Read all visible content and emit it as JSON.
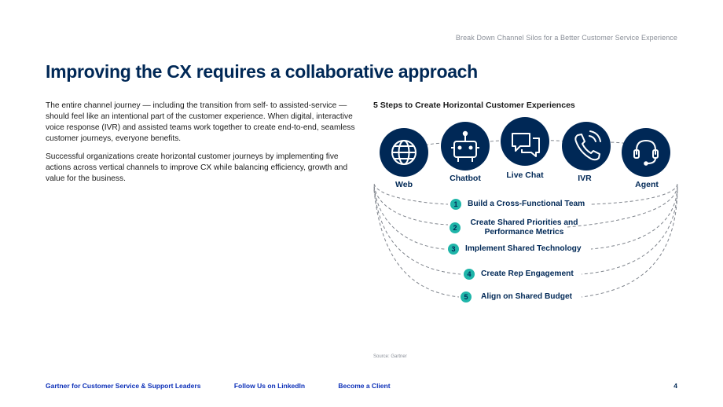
{
  "header": {
    "title": "Break Down Channel Silos for a Better Customer Service Experience"
  },
  "page_title": "Improving the CX requires a collaborative approach",
  "body": {
    "paragraph_1": "The entire channel journey — including the transition from self- to assisted-service — should feel like an intentional part of the customer experience. When digital, interactive voice response (IVR) and assisted teams work together to create end-to-end, seamless customer journeys, everyone benefits.",
    "paragraph_2": "Successful organizations create horizontal customer journeys by implementing five actions across vertical channels to improve CX while balancing efficiency, growth and value for the business."
  },
  "diagram": {
    "title": "5 Steps to Create Horizontal Customer Experiences",
    "channels": [
      {
        "label": "Web",
        "icon": "globe-icon"
      },
      {
        "label": "Chatbot",
        "icon": "robot-icon"
      },
      {
        "label": "Live Chat",
        "icon": "chat-bubbles-icon"
      },
      {
        "label": "IVR",
        "icon": "phone-icon"
      },
      {
        "label": "Agent",
        "icon": "headset-icon"
      }
    ],
    "steps": [
      {
        "number": "1",
        "label": "Build a Cross-Functional Team"
      },
      {
        "number": "2",
        "label": "Create Shared Priorities and Performance Metrics"
      },
      {
        "number": "3",
        "label": "Implement Shared Technology"
      },
      {
        "number": "4",
        "label": "Create Rep Engagement"
      },
      {
        "number": "5",
        "label": "Align on Shared Budget"
      }
    ],
    "colors": {
      "circle": "#002856",
      "badge": "#1fb5a9",
      "dash": "#7f848c"
    }
  },
  "source": "Source: Gartner",
  "footer": {
    "link_1": "Gartner for Customer Service & Support Leaders",
    "link_2": "Follow Us on LinkedIn",
    "link_3": "Become a Client",
    "page_number": "4"
  }
}
